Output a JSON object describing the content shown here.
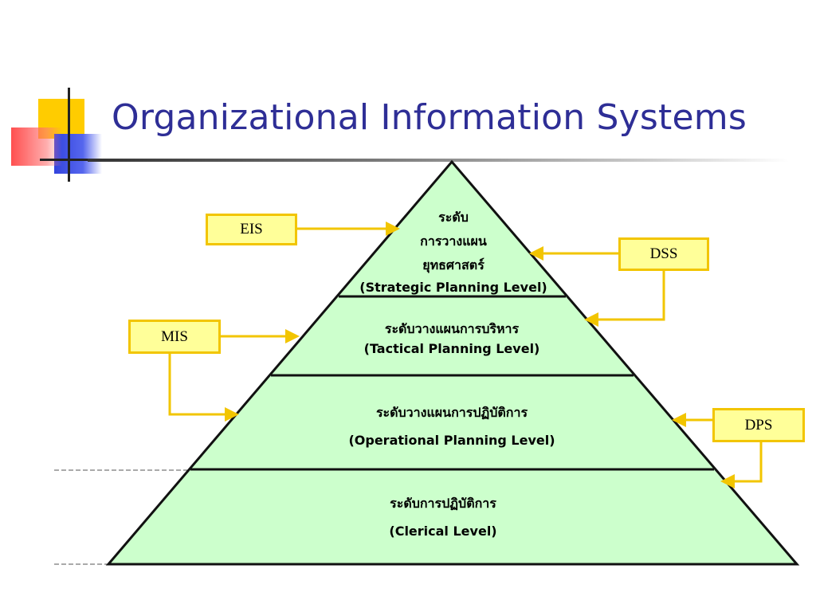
{
  "title": "Organizational Information Systems",
  "levels": [
    {
      "thai": [
        "ระดับ",
        "การวางแผน",
        "ยุทธศาสตร์"
      ],
      "en": "(Strategic Planning Level)"
    },
    {
      "thai": [
        "ระดับวางแผนการบริหาร"
      ],
      "en": "(Tactical Planning Level)"
    },
    {
      "thai": [
        "ระดับวางแผนการปฏิบัติการ"
      ],
      "en": "(Operational Planning Level)"
    },
    {
      "thai": [
        "ระดับการปฏิบัติการ"
      ],
      "en": "(Clerical Level)"
    }
  ],
  "systems": {
    "eis": "EIS",
    "dss": "DSS",
    "mis": "MIS",
    "dps": "DPS"
  },
  "colors": {
    "title": "#2e2e96",
    "pyramid_fill": "#ccffcc",
    "box_fill": "#ffff99",
    "box_border": "#f2c500",
    "arrow": "#f2c500"
  }
}
